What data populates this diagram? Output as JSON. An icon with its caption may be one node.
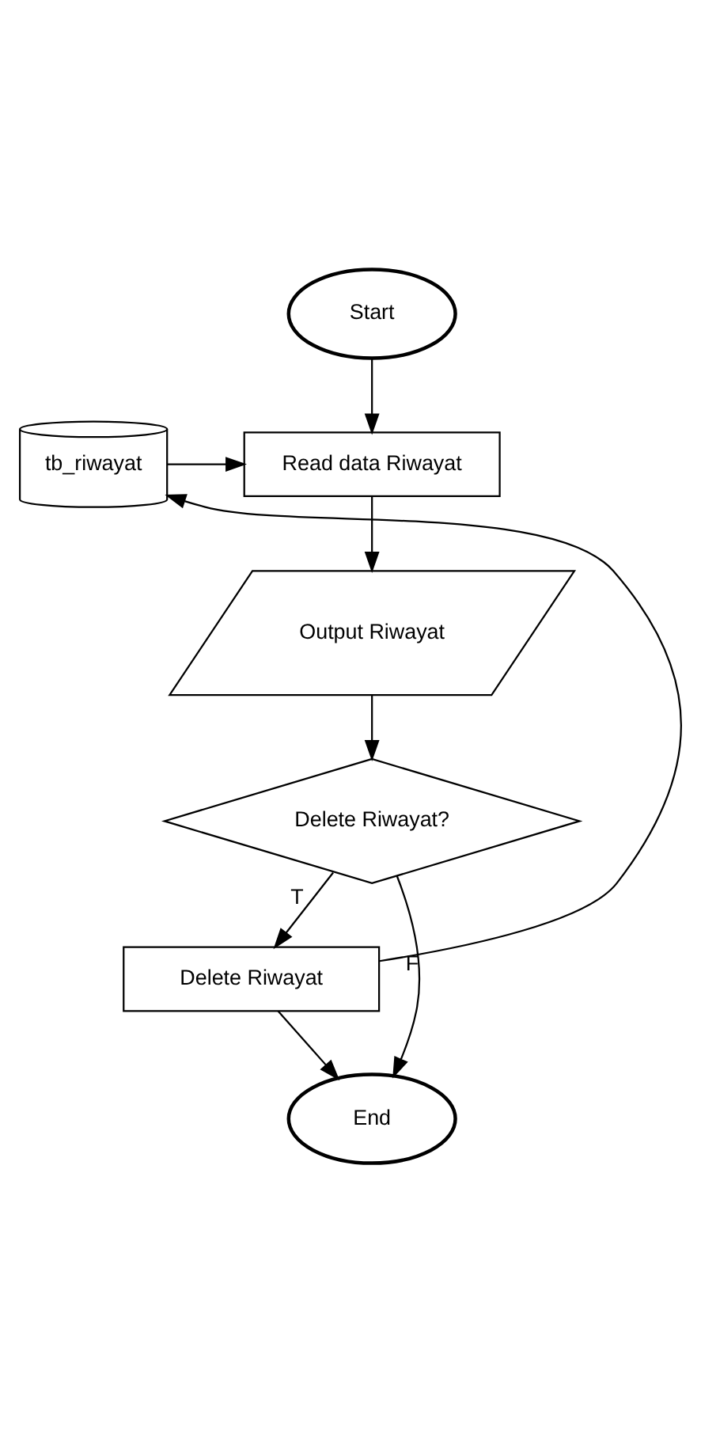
{
  "diagram": {
    "nodes": [
      {
        "text": [
          "Start"
        ]
      },
      {
        "text": [
          "tb_riwayat"
        ]
      },
      {
        "text": [
          "Read data Riwayat"
        ]
      },
      {
        "text": [
          "Output Riwayat"
        ]
      },
      {
        "text": [
          "Delete Riwayat?"
        ]
      },
      {
        "text": [
          "Delete Riwayat"
        ]
      },
      {
        "text": [
          "End"
        ]
      }
    ],
    "edges": [
      {
        "from": 0,
        "to": 2,
        "arrow": "to"
      },
      {
        "from": 1,
        "to": 2,
        "arrow": "to"
      },
      {
        "from": 2,
        "to": 3,
        "arrow": "to"
      },
      {
        "from": 3,
        "to": 4,
        "arrow": "to"
      },
      {
        "from": 4,
        "to": 5,
        "arrow": "to",
        "label": "T"
      },
      {
        "from": 4,
        "to": 6,
        "arrow": "to",
        "label": "F"
      },
      {
        "from": 5,
        "to": 6,
        "arrow": "to"
      },
      {
        "from": 5,
        "to": 1,
        "arrow": "to"
      }
    ]
  }
}
